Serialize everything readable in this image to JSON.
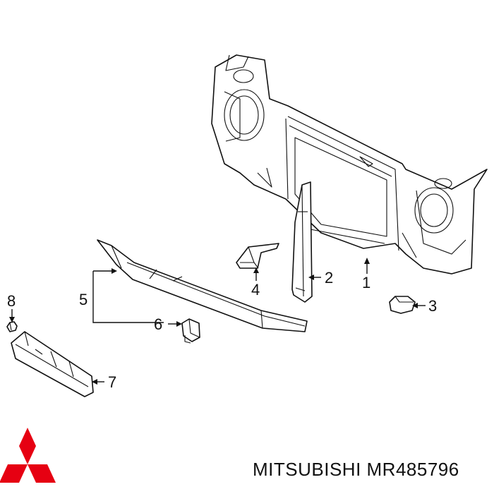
{
  "diagram": {
    "callouts": [
      "1",
      "2",
      "3",
      "4",
      "5",
      "6",
      "7",
      "8"
    ]
  },
  "brand": {
    "text": "MITSUBISHI MR485796",
    "logo_color": "#e60012",
    "logo_name": "mitsubishi-three-diamonds-logo"
  }
}
